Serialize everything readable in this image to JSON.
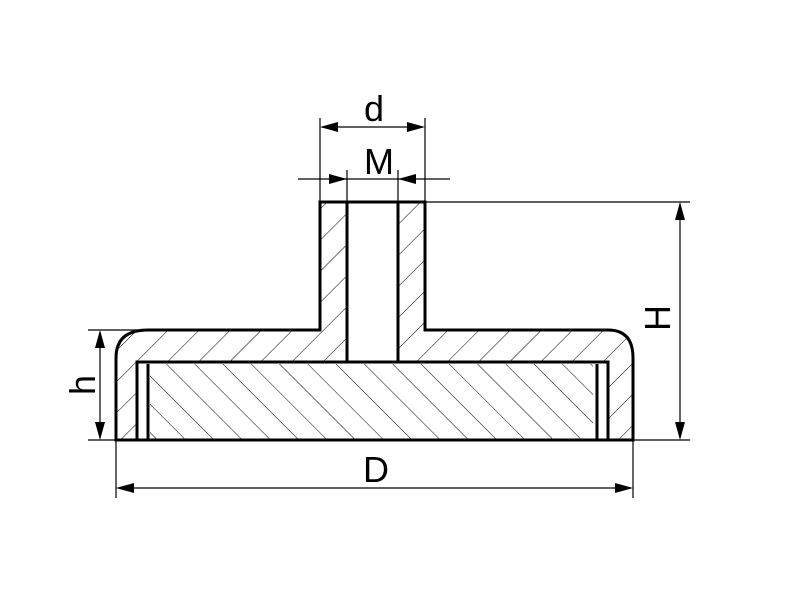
{
  "drawing": {
    "labels": {
      "d": "d",
      "M": "M",
      "H": "H",
      "h": "h",
      "D": "D"
    }
  }
}
